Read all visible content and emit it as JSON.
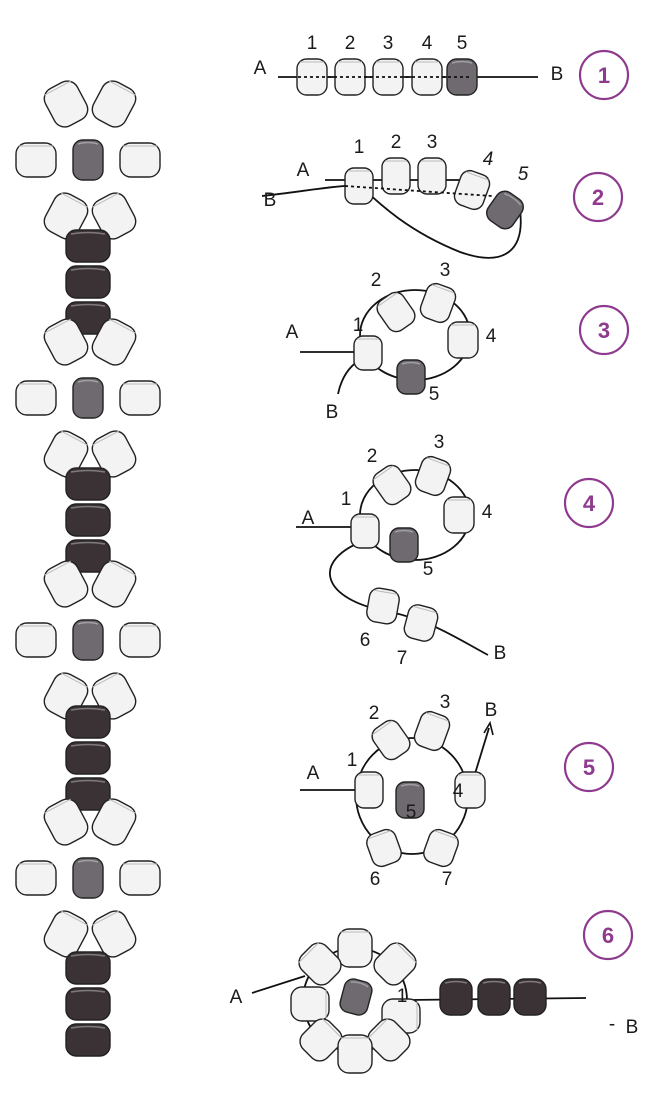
{
  "colors": {
    "bead_light": "#f3f3f3",
    "bead_gray": "#6e6a70",
    "bead_dark": "#3b3236",
    "thread": "#111111",
    "step_circle": "#8e3a8e"
  },
  "steps": [
    {
      "number": "1",
      "end_a": "A",
      "end_b": "B",
      "bead_labels": [
        "1",
        "2",
        "3",
        "4",
        "5"
      ]
    },
    {
      "number": "2",
      "end_a": "A",
      "end_b": "B",
      "bead_labels": [
        "1",
        "2",
        "3",
        "4",
        "5"
      ]
    },
    {
      "number": "3",
      "end_a": "A",
      "end_b": "B",
      "bead_labels": [
        "1",
        "2",
        "3",
        "4",
        "5"
      ]
    },
    {
      "number": "4",
      "end_a": "A",
      "end_b": "B",
      "bead_labels": [
        "1",
        "2",
        "3",
        "4",
        "5",
        "6",
        "7"
      ]
    },
    {
      "number": "5",
      "end_a": "A",
      "end_b": "B",
      "bead_labels": [
        "1",
        "2",
        "3",
        "4",
        "5",
        "6",
        "7"
      ]
    },
    {
      "number": "6",
      "end_a": "A",
      "end_b": "B",
      "bead_labels": [
        "1"
      ]
    }
  ]
}
